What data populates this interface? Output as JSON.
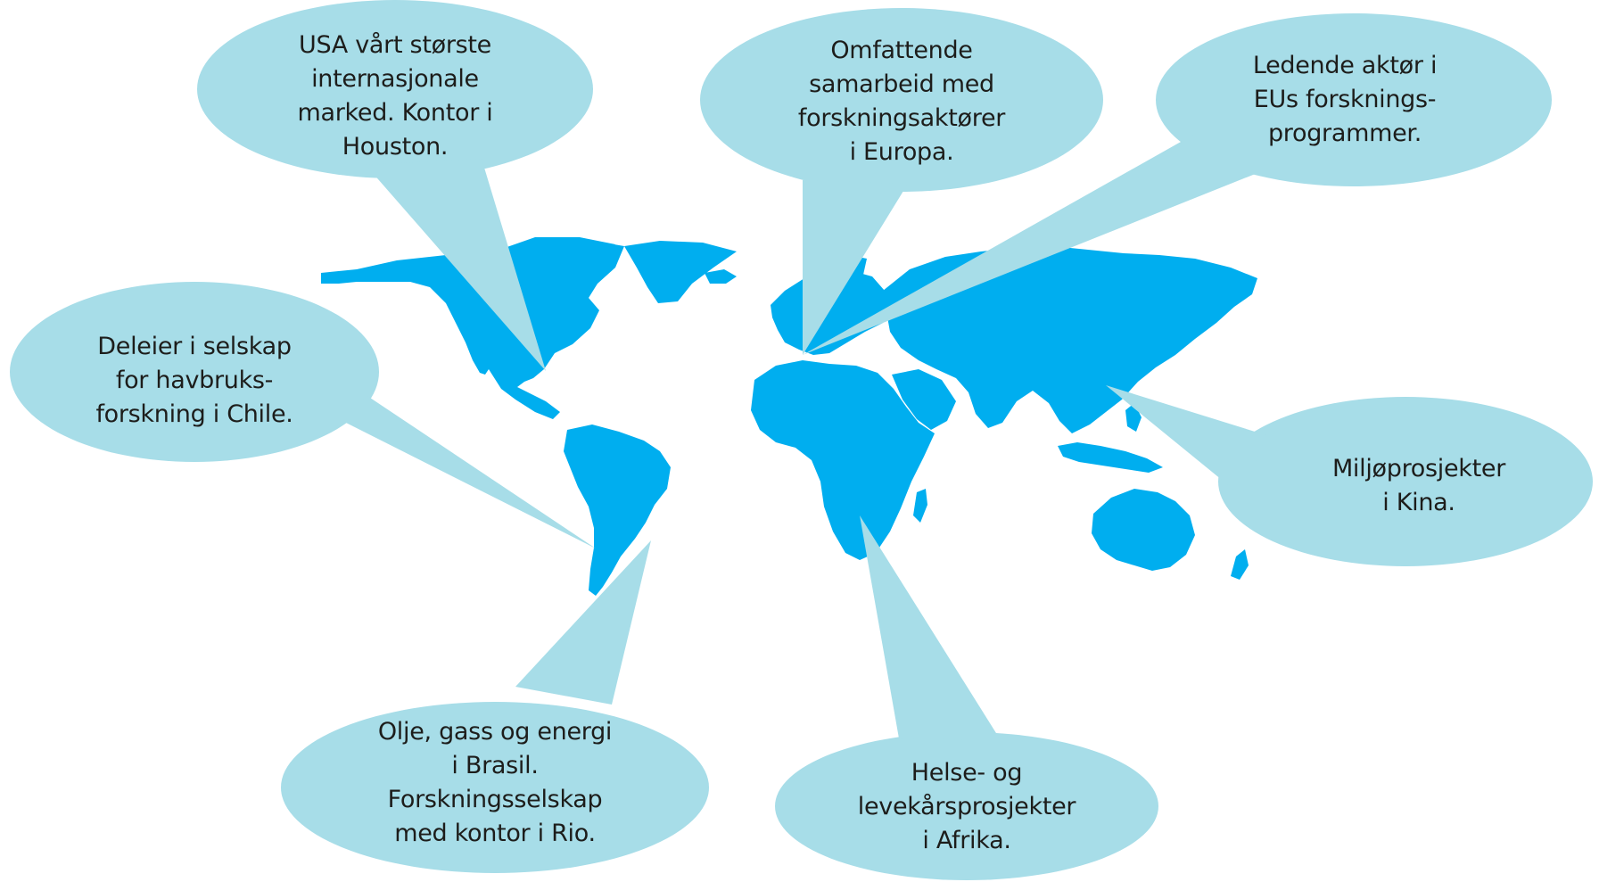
{
  "colors": {
    "land": "#00aeef",
    "bubble": "#a7dde8",
    "text": "#1d1d1b",
    "background": "#ffffff"
  },
  "callouts": [
    {
      "id": "usa",
      "lines": [
        "USA vårt største",
        "internasjonale",
        "marked. Kontor i",
        "Houston."
      ]
    },
    {
      "id": "europe",
      "lines": [
        "Omfattende",
        "samarbeid med",
        "forskningsaktører",
        "i Europa."
      ]
    },
    {
      "id": "eu",
      "lines": [
        "Ledende aktør i",
        "EUs forsknings-",
        "programmer."
      ]
    },
    {
      "id": "chile",
      "lines": [
        "Deleier i selskap",
        "for havbruks-",
        "forskning i Chile."
      ]
    },
    {
      "id": "china",
      "lines": [
        "Miljøprosjekter",
        "i Kina."
      ]
    },
    {
      "id": "brazil",
      "lines": [
        "Olje, gass og energi",
        "i Brasil.",
        "Forskningsselskap",
        "med kontor i Rio."
      ]
    },
    {
      "id": "africa",
      "lines": [
        "Helse- og",
        "levekårsprosjekter",
        "i Afrika."
      ]
    }
  ]
}
